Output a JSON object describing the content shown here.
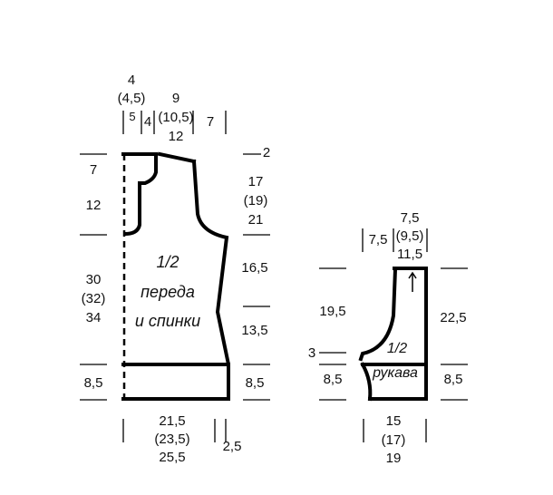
{
  "body": {
    "title": [
      "1/2",
      "переда",
      "и спинки"
    ],
    "top": {
      "shoulder_a": [
        "4",
        "(4,5)"
      ],
      "shoulder_a_extra": "5",
      "shoulder_b": "4",
      "neck": [
        "9",
        "(10,5)",
        "12"
      ],
      "armhole_w": "7"
    },
    "left": {
      "neck_depth": "7",
      "neck_lower": "12",
      "body_len": [
        "30",
        "(32)",
        "34"
      ],
      "rib": "8,5"
    },
    "right": {
      "shoulder_slope": "2",
      "armhole": [
        "17",
        "(19)",
        "21"
      ],
      "side_a": "16,5",
      "side_b": "13,5",
      "rib": "8,5"
    },
    "bottom": {
      "width": [
        "21,5",
        "(23,5)",
        "25,5"
      ],
      "edge": "2,5"
    }
  },
  "sleeve": {
    "title": [
      "1/2",
      "рукава"
    ],
    "top": {
      "left": "7,5",
      "right": [
        "7,5",
        "(9,5)",
        "11,5"
      ]
    },
    "left": {
      "cap": "19,5",
      "bind": "3",
      "rib": "8,5"
    },
    "right": {
      "length": "22,5",
      "rib": "8,5"
    },
    "bottom": {
      "width": [
        "15",
        "(17)",
        "19"
      ]
    }
  }
}
